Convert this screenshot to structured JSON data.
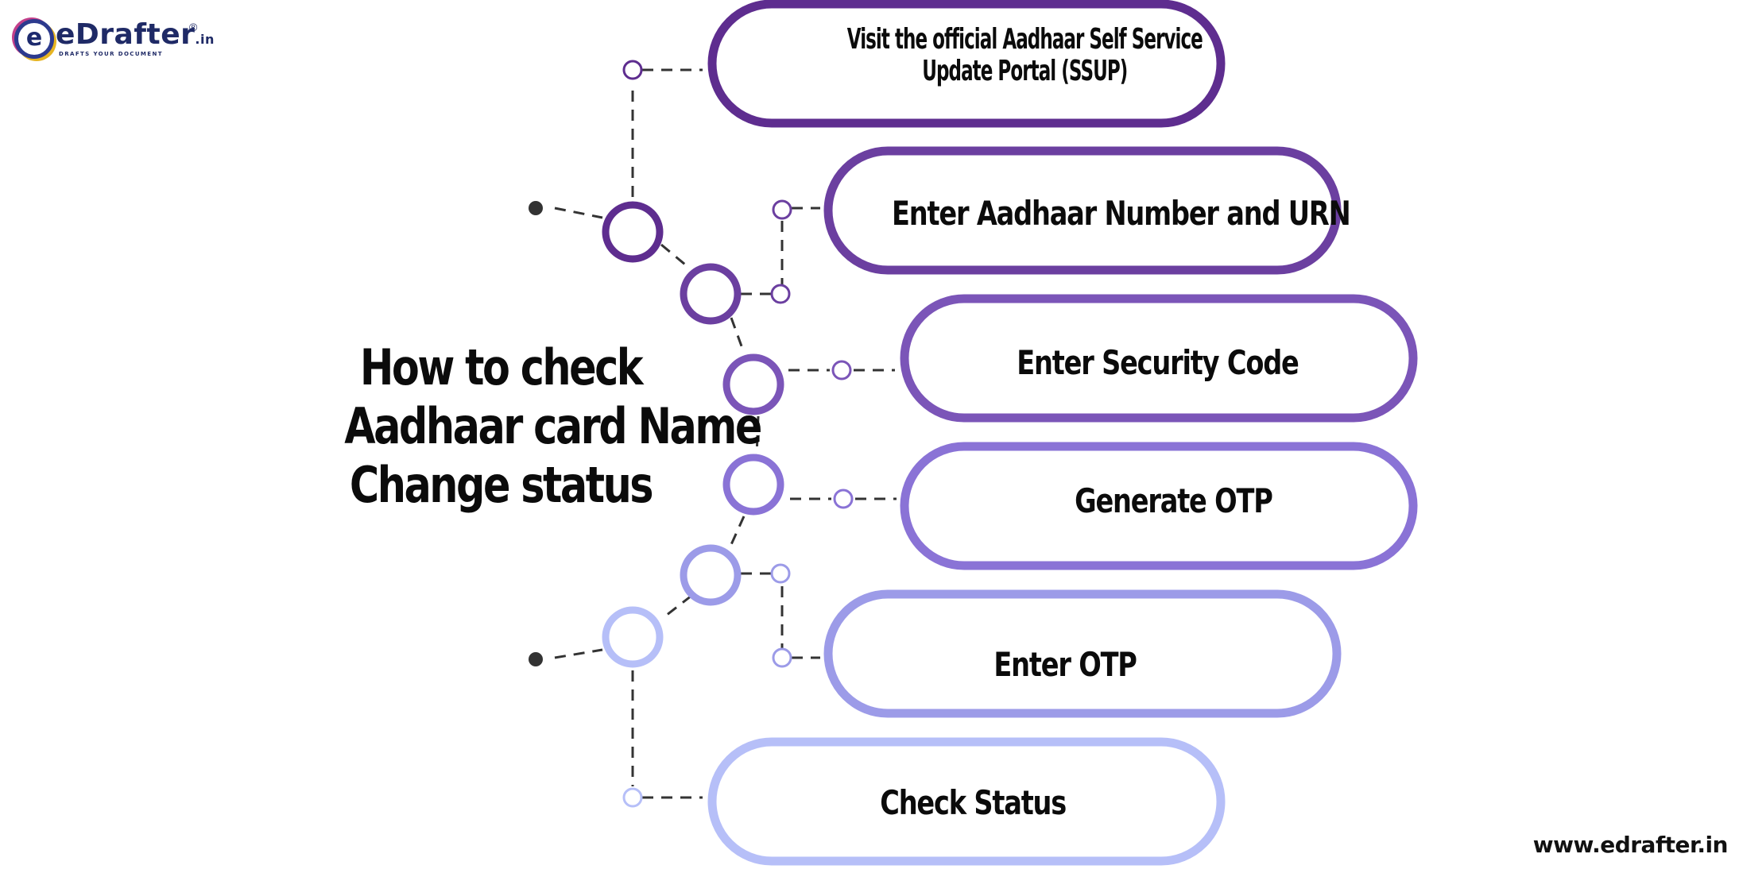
{
  "logo": {
    "text": "eDrafter",
    "suffix": ".in",
    "registered": "®",
    "tagline": "DRAFTS YOUR DOCUMENT"
  },
  "title_lines": [
    "How to check",
    "Aadhaar card Name",
    "Change status"
  ],
  "steps": [
    {
      "lines": [
        "Visit the official Aadhaar Self Service",
        "Update Portal (SSUP)"
      ],
      "color": "#5e2d8f"
    },
    {
      "lines": [
        "Enter Aadhaar Number and URN"
      ],
      "color": "#6b3fa0"
    },
    {
      "lines": [
        "Enter Security Code"
      ],
      "color": "#7b55b8"
    },
    {
      "lines": [
        "Generate OTP"
      ],
      "color": "#8a73d6"
    },
    {
      "lines": [
        "Enter OTP"
      ],
      "color": "#9c9be8"
    },
    {
      "lines": [
        "Check Status"
      ],
      "color": "#b6bff8"
    }
  ],
  "website": "www.edrafter.in",
  "colors": {
    "connector": "#333333",
    "text": "#0b0b0b"
  }
}
